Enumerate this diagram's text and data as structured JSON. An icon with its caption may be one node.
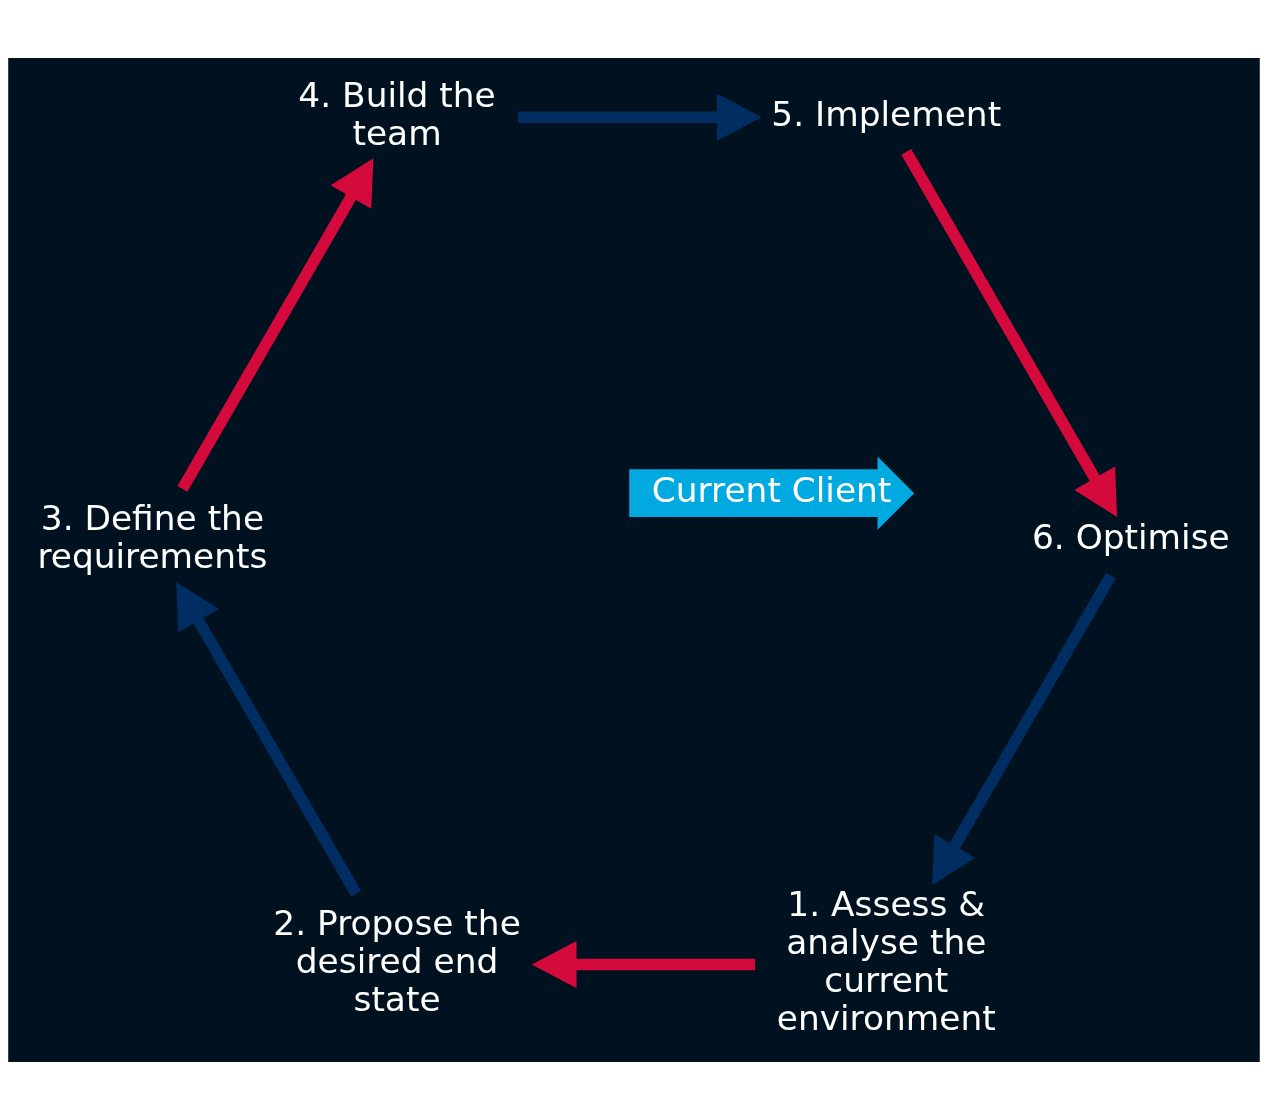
{
  "diagram": {
    "nodes": [
      {
        "text": [
          "1. Assess & analyse the current environment"
        ]
      },
      {
        "text": [
          "2. Propose the desired end state"
        ]
      },
      {
        "text": [
          "3. Define the requirements"
        ]
      },
      {
        "text": [
          "4. Build the team"
        ]
      },
      {
        "text": [
          "5. Implement"
        ]
      },
      {
        "text": [
          "6. Optimise"
        ]
      },
      {
        "text": [
          "Current Client"
        ]
      }
    ],
    "edges": [
      {
        "from": 5,
        "to": 0,
        "arrow": "to",
        "color": "#002d62"
      },
      {
        "from": 0,
        "to": 1,
        "arrow": "to",
        "color": "#d50a3c"
      },
      {
        "from": 1,
        "to": 2,
        "arrow": "to",
        "color": "#002d62"
      },
      {
        "from": 2,
        "to": 3,
        "arrow": "to",
        "color": "#d50a3c"
      },
      {
        "from": 3,
        "to": 4,
        "arrow": "to",
        "color": "#002d62"
      },
      {
        "from": 4,
        "to": 5,
        "arrow": "to",
        "color": "#d50a3c"
      }
    ]
  }
}
